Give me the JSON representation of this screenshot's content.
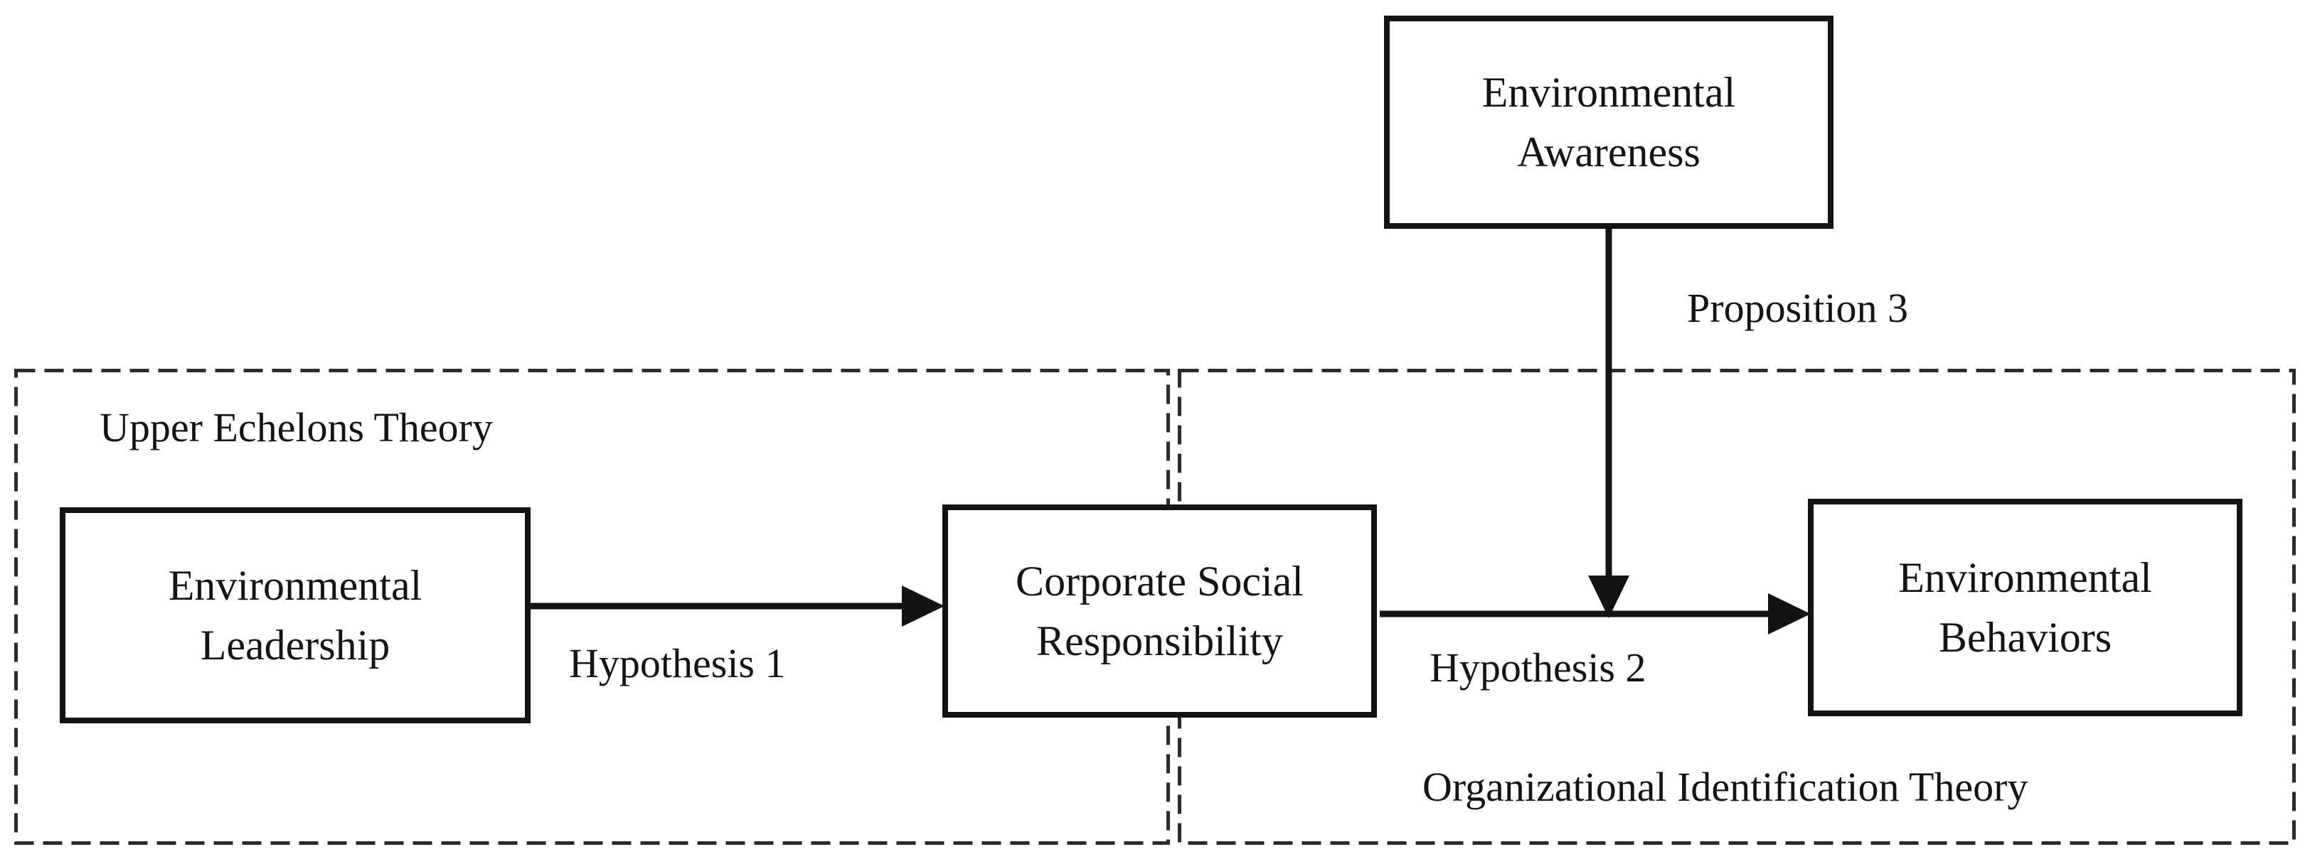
{
  "diagram": {
    "colors": {
      "background": "#ffffff",
      "box_border": "#131313",
      "arrow": "#131313",
      "dashed_border": "#2b2b2b",
      "text": "#141414"
    },
    "regions": [
      {
        "label": "Upper Echelons Theory"
      },
      {
        "label": "Organizational Identification Theory"
      }
    ],
    "nodes": [
      {
        "lines": [
          "Environmental",
          "Awareness"
        ]
      },
      {
        "lines": [
          "Environmental",
          "Leadership"
        ]
      },
      {
        "lines": [
          "Corporate Social",
          "Responsibility"
        ]
      },
      {
        "lines": [
          "Environmental",
          "Behaviors"
        ]
      }
    ],
    "edges": [
      {
        "label": "Hypothesis 1",
        "from": "Environmental Leadership",
        "to": "Corporate Social Responsibility"
      },
      {
        "label": "Hypothesis 2",
        "from": "Corporate Social Responsibility",
        "to": "Environmental Behaviors"
      },
      {
        "label": "Proposition 3",
        "from": "Environmental Awareness",
        "to": "Hypothesis 2 arrow"
      }
    ]
  }
}
